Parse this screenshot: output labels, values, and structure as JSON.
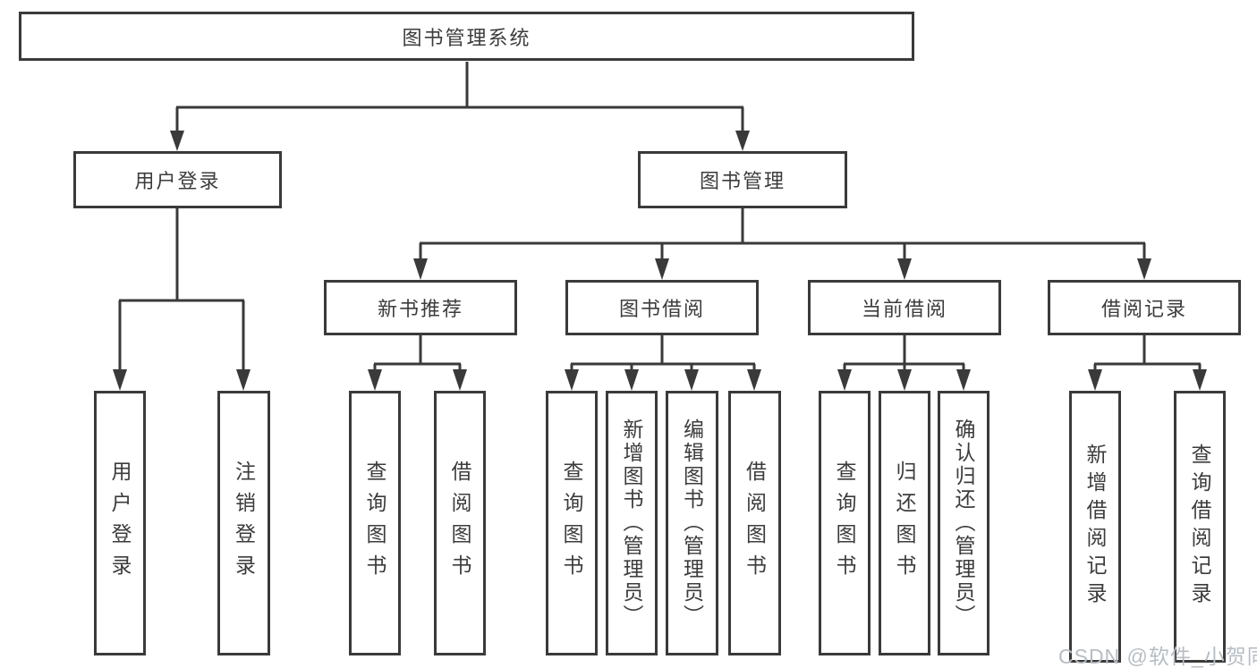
{
  "diagram": {
    "root": {
      "label": "图书管理系统"
    },
    "login": {
      "label": "用户登录",
      "children": [
        {
          "label": "用户登录"
        },
        {
          "label": "注销登录"
        }
      ]
    },
    "management": {
      "label": "图书管理",
      "children": [
        {
          "label": "新书推荐",
          "children": [
            {
              "label": "查询图书"
            },
            {
              "label": "借阅图书"
            }
          ]
        },
        {
          "label": "图书借阅",
          "children": [
            {
              "label": "查询图书"
            },
            {
              "label": "新增图书（管理员）"
            },
            {
              "label": "编辑图书（管理员）"
            },
            {
              "label": "借阅图书"
            }
          ]
        },
        {
          "label": "当前借阅",
          "children": [
            {
              "label": "查询图书"
            },
            {
              "label": "归还图书"
            },
            {
              "label": "确认归还（管理员）"
            }
          ]
        },
        {
          "label": "借阅记录",
          "children": [
            {
              "label": "新增借阅记录"
            },
            {
              "label": "查询借阅记录"
            }
          ]
        }
      ]
    }
  },
  "watermark": {
    "text": "CSDN @软件_小贺同学"
  },
  "colors": {
    "line": "#3a3a3a",
    "text": "#3c3c3c",
    "watermark": "#b6bdc4",
    "background": "#ffffff"
  }
}
